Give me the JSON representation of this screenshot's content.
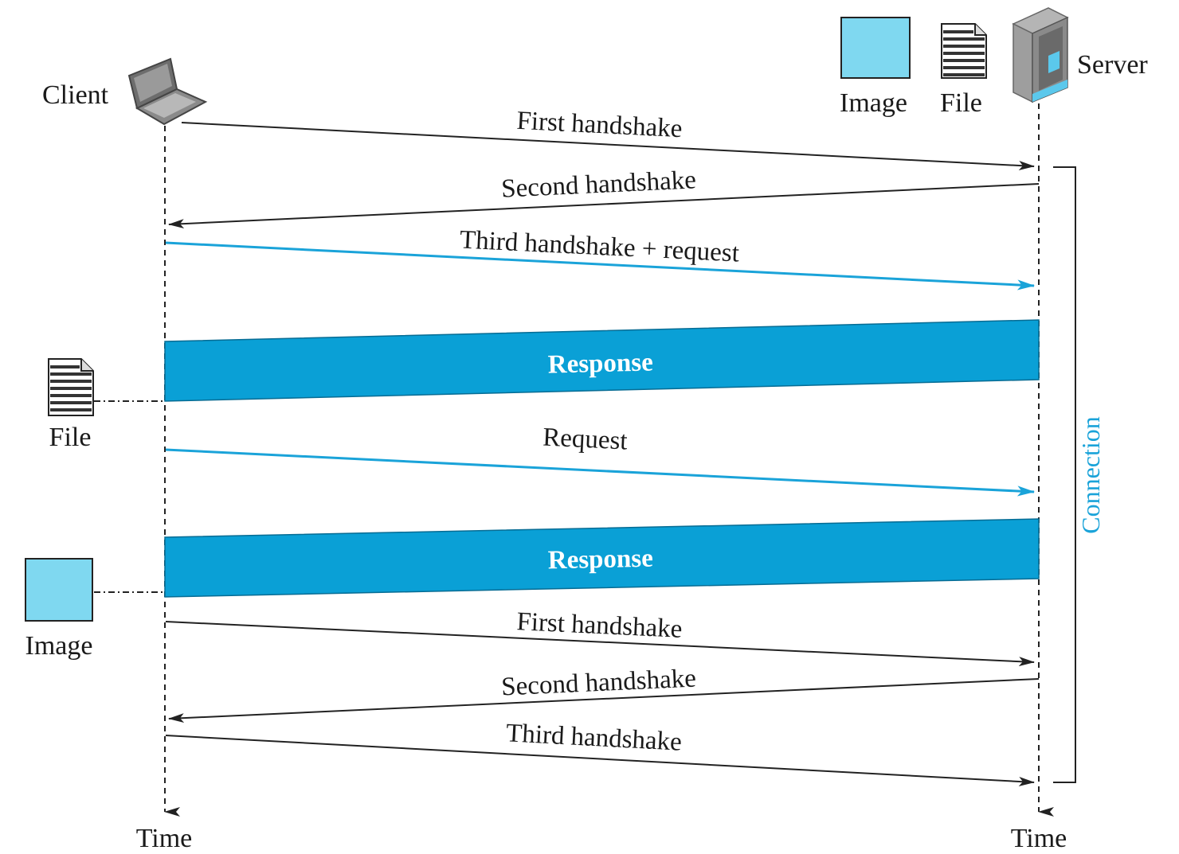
{
  "participants": {
    "client": {
      "label": "Client",
      "icon": "laptop-icon"
    },
    "server": {
      "label": "Server",
      "icon": "server-tower-icon"
    }
  },
  "server_resources": {
    "image_label": "Image",
    "file_label": "File"
  },
  "client_received": {
    "file_label": "File",
    "image_label": "Image"
  },
  "time_labels": {
    "client": "Time",
    "server": "Time"
  },
  "messages": [
    {
      "id": "m1",
      "label": "First handshake",
      "direction": "client-to-server",
      "color": "#222222"
    },
    {
      "id": "m2",
      "label": "Second handshake",
      "direction": "server-to-client",
      "color": "#222222"
    },
    {
      "id": "m3",
      "label": "Third handshake + request",
      "direction": "client-to-server",
      "color": "#1aa3d9"
    },
    {
      "id": "r1",
      "label": "Response",
      "direction": "server-to-client",
      "color": "#0aa0d6"
    },
    {
      "id": "m4",
      "label": "Request",
      "direction": "client-to-server",
      "color": "#1aa3d9"
    },
    {
      "id": "r2",
      "label": "Response",
      "direction": "server-to-client",
      "color": "#0aa0d6"
    },
    {
      "id": "m5",
      "label": "First handshake",
      "direction": "client-to-server",
      "color": "#222222"
    },
    {
      "id": "m6",
      "label": "Second handshake",
      "direction": "server-to-client",
      "color": "#222222"
    },
    {
      "id": "m7",
      "label": "Third handshake",
      "direction": "client-to-server",
      "color": "#222222"
    }
  ],
  "connection": {
    "label": "Connection",
    "color": "#1aa3d9"
  },
  "colors": {
    "image_fill": "#7fd8f0",
    "response_fill": "#0aa0d6",
    "request_line": "#1aa3d9",
    "ink": "#1a1a1a"
  }
}
